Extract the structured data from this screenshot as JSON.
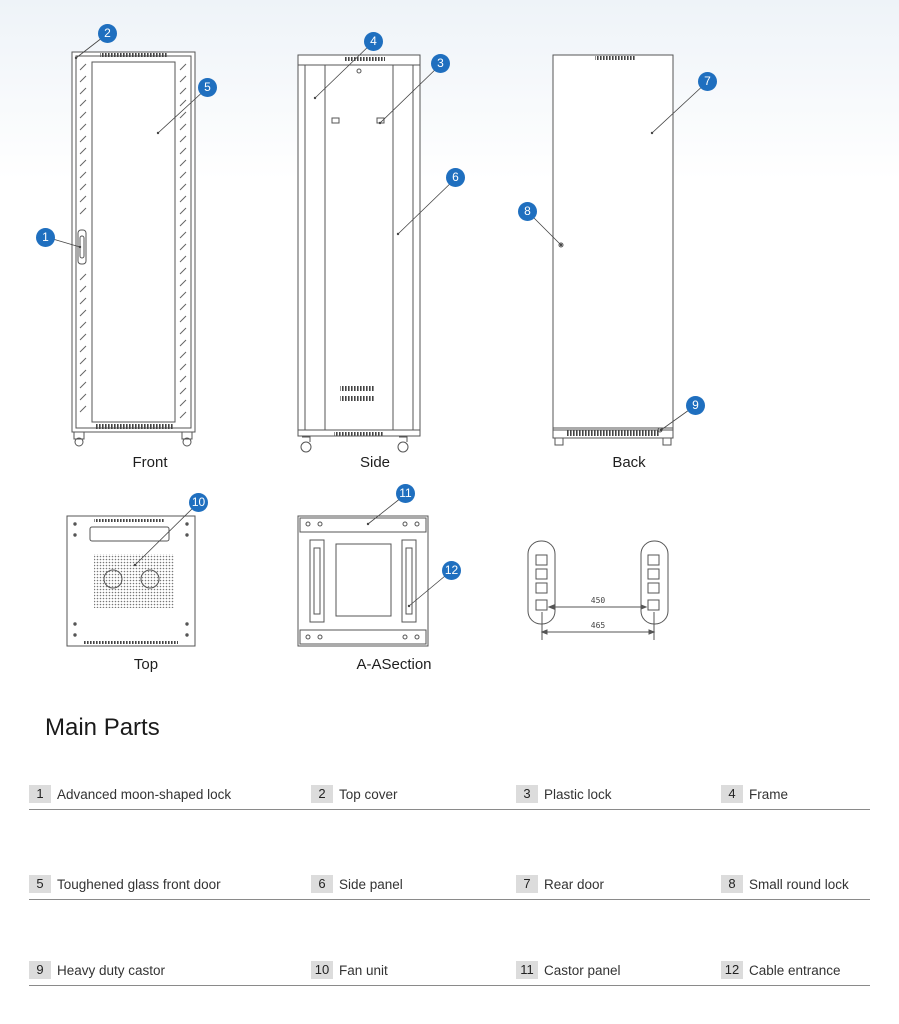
{
  "views": {
    "front": "Front",
    "side": "Side",
    "back": "Back",
    "top": "Top",
    "section": "A-ASection"
  },
  "dimensions": {
    "inner": "450",
    "outer": "465"
  },
  "callouts": [
    "1",
    "2",
    "3",
    "4",
    "5",
    "6",
    "7",
    "8",
    "9",
    "10",
    "11",
    "12"
  ],
  "main_parts": {
    "title": "Main Parts",
    "rows": [
      [
        {
          "num": "1",
          "label": "Advanced moon-shaped lock"
        },
        {
          "num": "2",
          "label": "Top cover"
        },
        {
          "num": "3",
          "label": "Plastic lock"
        },
        {
          "num": "4",
          "label": "Frame"
        }
      ],
      [
        {
          "num": "5",
          "label": "Toughened glass front door"
        },
        {
          "num": "6",
          "label": "Side panel"
        },
        {
          "num": "7",
          "label": "Rear door"
        },
        {
          "num": "8",
          "label": "Small round lock"
        }
      ],
      [
        {
          "num": "9",
          "label": "Heavy duty castor"
        },
        {
          "num": "10",
          "label": "Fan unit"
        },
        {
          "num": "11",
          "label": "Castor panel"
        },
        {
          "num": "12",
          "label": "Cable entrance"
        }
      ]
    ]
  },
  "colors": {
    "callout": "#1f6fbf",
    "line": "#555555",
    "background_top": "#eef3f8"
  }
}
